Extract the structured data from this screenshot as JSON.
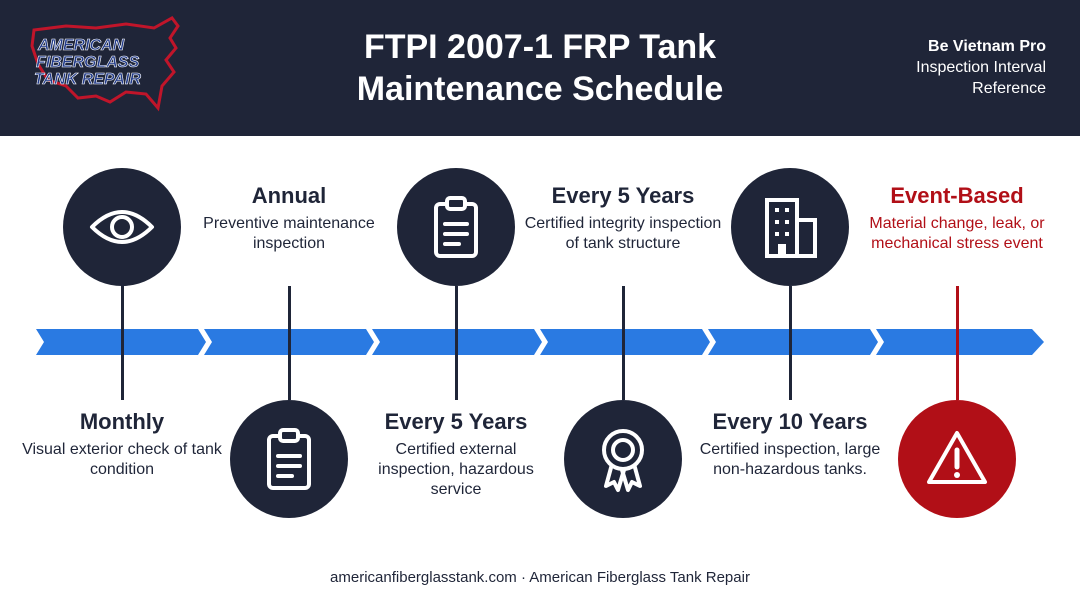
{
  "header": {
    "title_line1": "FTPI 2007-1 FRP Tank",
    "title_line2": "Maintenance Schedule",
    "right_line1": "Be Vietnam Pro",
    "right_line2": "Inspection Interval",
    "right_line3": "Reference"
  },
  "logo": {
    "line1": "AMERICAN",
    "line2": "FIBERGLASS",
    "line3": "TANK REPAIR"
  },
  "colors": {
    "navy": "#1f2538",
    "blue": "#2a7ae2",
    "red": "#b10f17"
  },
  "schedule": [
    {
      "heading": "Monthly",
      "description": "Visual exterior check of tank condition",
      "icon": "eye-icon"
    },
    {
      "heading": "Annual",
      "description": "Preventive maintenance inspection",
      "icon": "clipboard-icon"
    },
    {
      "heading": "Every 5 Years",
      "description": "Certified external inspection, hazardous service",
      "icon": "clipboard-icon"
    },
    {
      "heading": "Every 5 Years",
      "description": "Certified integrity inspection of tank structure",
      "icon": "award-ribbon-icon"
    },
    {
      "heading": "Every 10 Years",
      "description": "Certified inspection, large non-hazardous tanks.",
      "icon": "building-icon"
    },
    {
      "heading": "Event-Based",
      "description": "Material change, leak, or mechanical stress event",
      "icon": "warning-icon"
    }
  ],
  "footer": {
    "text": "americanfiberglasstank.com · American Fiberglass Tank Repair"
  }
}
